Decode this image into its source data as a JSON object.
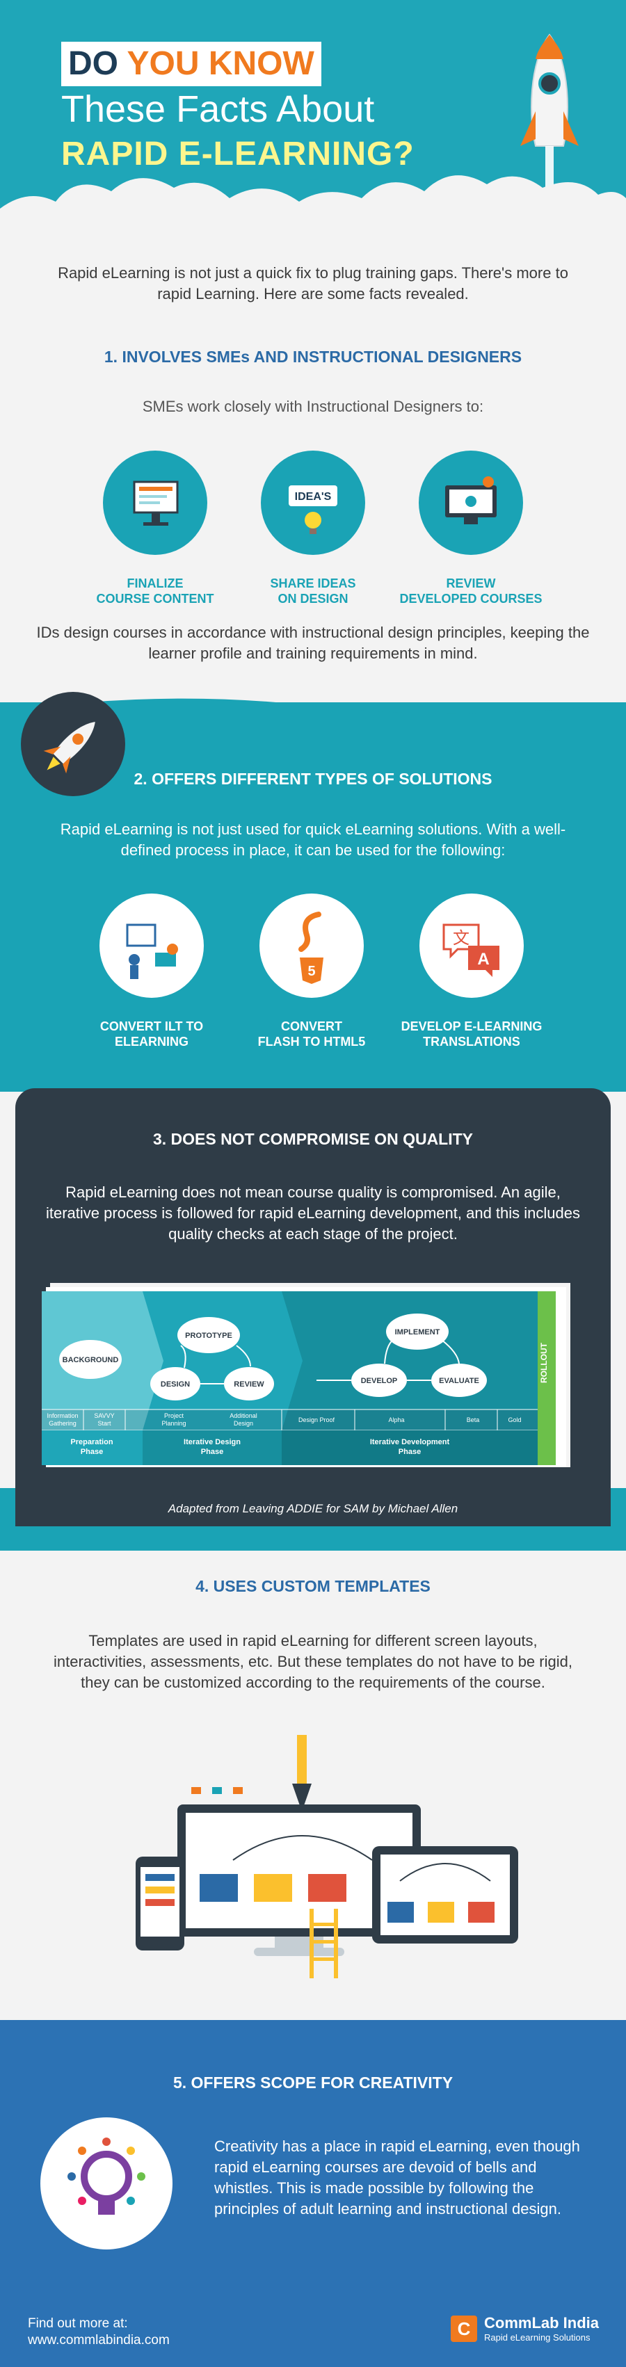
{
  "header": {
    "tag_part1": "DO ",
    "tag_part2": "YOU KNOW",
    "line2": "These Facts About",
    "line3": "RAPID E-LEARNING?"
  },
  "intro": {
    "text": "Rapid eLearning is not just a quick fix to plug training gaps. There's more to rapid Learning. Here are some facts revealed."
  },
  "section1": {
    "title": "1.   INVOLVES SMEs AND INSTRUCTIONAL DESIGNERS",
    "subtitle": "SMEs work closely with Instructional Designers to:",
    "items": [
      {
        "line1": "FINALIZE",
        "line2": "COURSE CONTENT"
      },
      {
        "line1": "SHARE IDEAS",
        "line2": "ON DESIGN",
        "icon_text": "IDEA'S"
      },
      {
        "line1": "REVIEW",
        "line2": "DEVELOPED COURSES"
      }
    ],
    "footer": "IDs design courses in accordance with instructional design principles, keeping the learner profile and training requirements in mind."
  },
  "section2": {
    "title": "2.   OFFERS DIFFERENT TYPES OF SOLUTIONS",
    "text": "Rapid eLearning is not just used for quick eLearning solutions. With a well-defined process in place, it can be used for the following:",
    "items": [
      {
        "line1": "CONVERT ILT TO",
        "line2": "ELEARNING"
      },
      {
        "line1": "CONVERT",
        "line2": "FLASH TO HTML5"
      },
      {
        "line1": "DEVELOP E-LEARNING",
        "line2": "TRANSLATIONS"
      }
    ]
  },
  "section3": {
    "title": "3.   DOES NOT COMPROMISE ON QUALITY",
    "text": "Rapid eLearning does not mean course quality is compromised. An agile, iterative process is followed for rapid eLearning development, and this includes quality checks at each stage of the project.",
    "caption": "Adapted from Leaving ADDIE for SAM by Michael Allen",
    "diagram": {
      "background": "BACKGROUND",
      "prototype": "PROTOTYPE",
      "design": "DESIGN",
      "review": "REVIEW",
      "implement": "IMPLEMENT",
      "develop": "DEVELOP",
      "evaluate": "EVALUATE",
      "rollout": "ROLLOUT",
      "steps": [
        "Information Gathering",
        "SAVVY Start",
        "Project Planning",
        "Additional Design",
        "Design Proof",
        "Alpha",
        "Beta",
        "Gold"
      ],
      "phases": [
        "Preparation Phase",
        "Iterative Design Phase",
        "Iterative Development Phase"
      ]
    }
  },
  "section4": {
    "title": "4.   USES CUSTOM TEMPLATES",
    "text": "Templates are used in rapid eLearning for different screen layouts, interactivities, assessments, etc. But these templates do not have to be rigid, they can be customized according to the requirements of the course."
  },
  "section5": {
    "title": "5.   OFFERS SCOPE FOR CREATIVITY",
    "text": "Creativity has a place in rapid eLearning, even though rapid eLearning courses are devoid of bells and whistles. This is made possible by following the principles of adult learning and instructional design."
  },
  "footer": {
    "find_more": "Find out more at:",
    "url": "www.commlabindia.com",
    "brand": "CommLab India",
    "brand_sub": "Rapid eLearning Solutions",
    "logo_letter": "C"
  },
  "colors": {
    "teal": "#1aa3b5",
    "dark": "#2f3c47",
    "blue_title": "#2b6aa6",
    "orange": "#f07a1f",
    "yellow": "#fdf68e",
    "bottom_blue": "#2c72b4"
  }
}
